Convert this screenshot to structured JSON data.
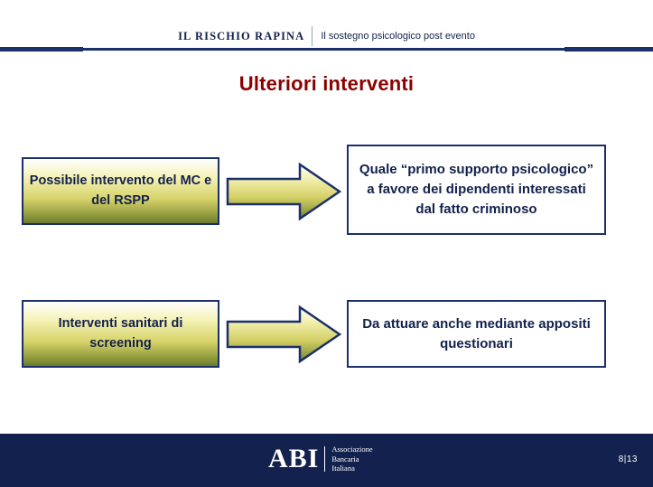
{
  "header": {
    "left_title": "IL RISCHIO RAPINA",
    "right_subtitle": "Il sostegno psicologico post evento"
  },
  "slide": {
    "title": "Ulteriori interventi",
    "rows": [
      {
        "left_box": "Possibile intervento del MC e del RSPP",
        "arrow": "right-arrow",
        "right_box": "Quale “primo supporto psicologico” a favore dei dipendenti interessati dal fatto criminoso"
      },
      {
        "left_box": "Interventi sanitari di screening",
        "arrow": "right-arrow",
        "right_box": "Da attuare anche mediante appositi questionari"
      }
    ]
  },
  "footer": {
    "logo_mark": "ABI",
    "logo_words": "Associazione\nBancaria\nItaliana",
    "page_number": "8|13"
  },
  "colors": {
    "navy": "#12214d",
    "title_red": "#8c0000",
    "box_border": "#1b2f6b",
    "gradient_top": "#ffffff",
    "gradient_bottom": "#6c7a2e"
  }
}
